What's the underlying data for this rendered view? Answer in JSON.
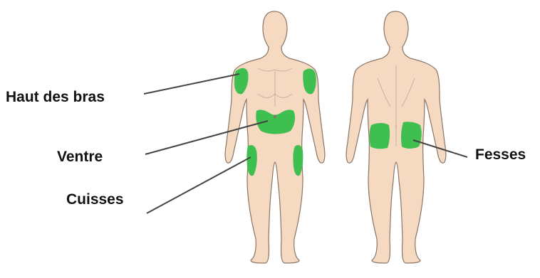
{
  "labels": {
    "upper_arms": "Haut des bras",
    "abdomen": "Ventre",
    "thighs": "Cuisses",
    "buttocks": "Fesses"
  },
  "colors": {
    "skin": "#f5d9c0",
    "skin_outline": "#8a7566",
    "injection_zone": "#3fbf4f",
    "pointer_line": "#444444",
    "text": "#111111"
  }
}
